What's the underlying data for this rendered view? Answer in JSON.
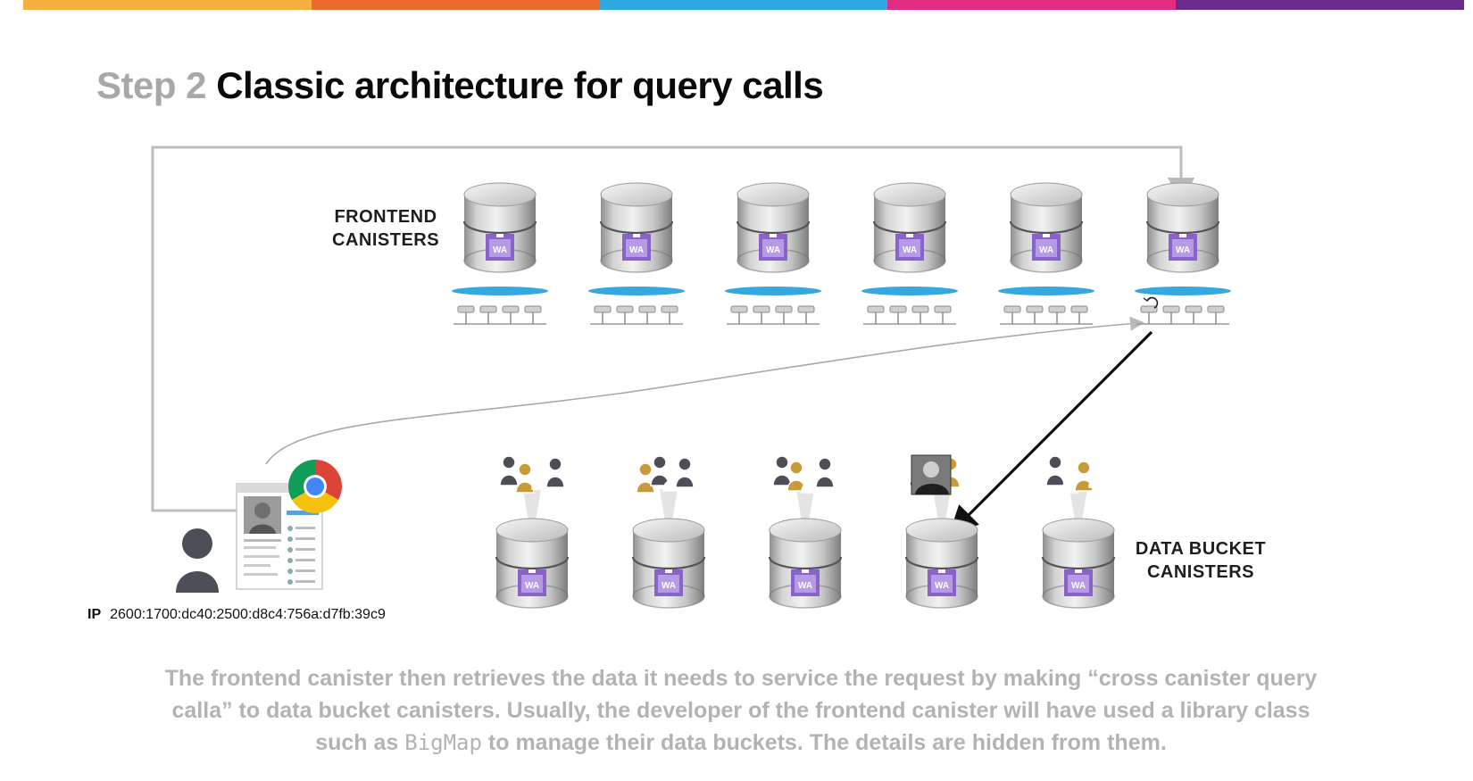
{
  "header": {
    "step_label": "Step 2",
    "title": "Classic architecture for query calls",
    "color_bar": [
      "#f6b040",
      "#ec6a30",
      "#2fa7df",
      "#e32b82",
      "#6a2d8d"
    ]
  },
  "frontend": {
    "label_line1": "FRONTEND",
    "label_line2": "CANISTERS",
    "canister_badge": "WA",
    "count": 6
  },
  "buckets": {
    "label_line1": "DATA BUCKET",
    "label_line2": "CANISTERS",
    "canister_badge": "WA",
    "count": 5
  },
  "client": {
    "ip_label": "IP",
    "ip_value": "2600:1700:dc40:2500:d8c4:756a:d7fb:39c9"
  },
  "caption": {
    "part1": "The frontend canister then retrieves the data it needs to service the request by making “cross canister query calla” to data bucket canisters. Usually, the developer of the frontend canister will have used a library class such as ",
    "code": "BigMap",
    "part2": " to manage their data buckets. The details are hidden from them."
  },
  "colors": {
    "accent_blue": "#35a8e0",
    "badge_purple": "#8a63c8",
    "person_dark": "#4d4f58",
    "person_gold": "#c99a3a",
    "line_gray": "#b9b9b9"
  },
  "icons": [
    "person-icon",
    "browser-window-icon",
    "chrome-logo-icon",
    "canister-icon",
    "user-group-icon",
    "node-machine-icon",
    "refresh-icon"
  ]
}
